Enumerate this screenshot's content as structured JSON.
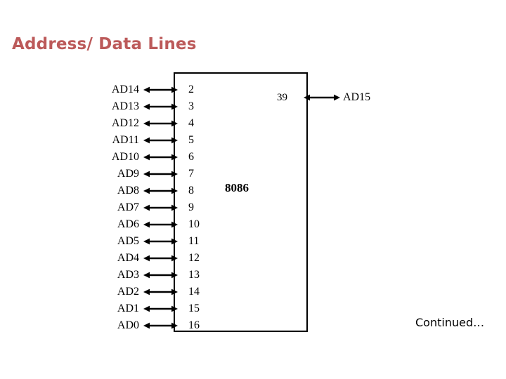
{
  "slide": {
    "title": "Address/ Data Lines",
    "title_color": "#bc5a5a",
    "background_color": "#ffffff",
    "footer_note": "Continued…"
  },
  "chip": {
    "name": "8086",
    "border_color": "#000000",
    "fill_color": "#ffffff"
  },
  "left_pins": [
    {
      "label": "AD14",
      "number": "2",
      "arrow": "bidirectional-arrow-icon"
    },
    {
      "label": "AD13",
      "number": "3",
      "arrow": "bidirectional-arrow-icon"
    },
    {
      "label": "AD12",
      "number": "4",
      "arrow": "bidirectional-arrow-icon"
    },
    {
      "label": "AD11",
      "number": "5",
      "arrow": "bidirectional-arrow-icon"
    },
    {
      "label": "AD10",
      "number": "6",
      "arrow": "bidirectional-arrow-icon"
    },
    {
      "label": "AD9",
      "number": "7",
      "arrow": "bidirectional-arrow-icon"
    },
    {
      "label": "AD8",
      "number": "8",
      "arrow": "bidirectional-arrow-icon"
    },
    {
      "label": "AD7",
      "number": "9",
      "arrow": "bidirectional-arrow-icon"
    },
    {
      "label": "AD6",
      "number": "10",
      "arrow": "bidirectional-arrow-icon"
    },
    {
      "label": "AD5",
      "number": "11",
      "arrow": "bidirectional-arrow-icon"
    },
    {
      "label": "AD4",
      "number": "12",
      "arrow": "bidirectional-arrow-icon"
    },
    {
      "label": "AD3",
      "number": "13",
      "arrow": "bidirectional-arrow-icon"
    },
    {
      "label": "AD2",
      "number": "14",
      "arrow": "bidirectional-arrow-icon"
    },
    {
      "label": "AD1",
      "number": "15",
      "arrow": "bidirectional-arrow-icon"
    },
    {
      "label": "AD0",
      "number": "16",
      "arrow": "bidirectional-arrow-icon"
    }
  ],
  "right_pin": {
    "label": "AD15",
    "number": "39",
    "arrow": "bidirectional-arrow-icon"
  }
}
